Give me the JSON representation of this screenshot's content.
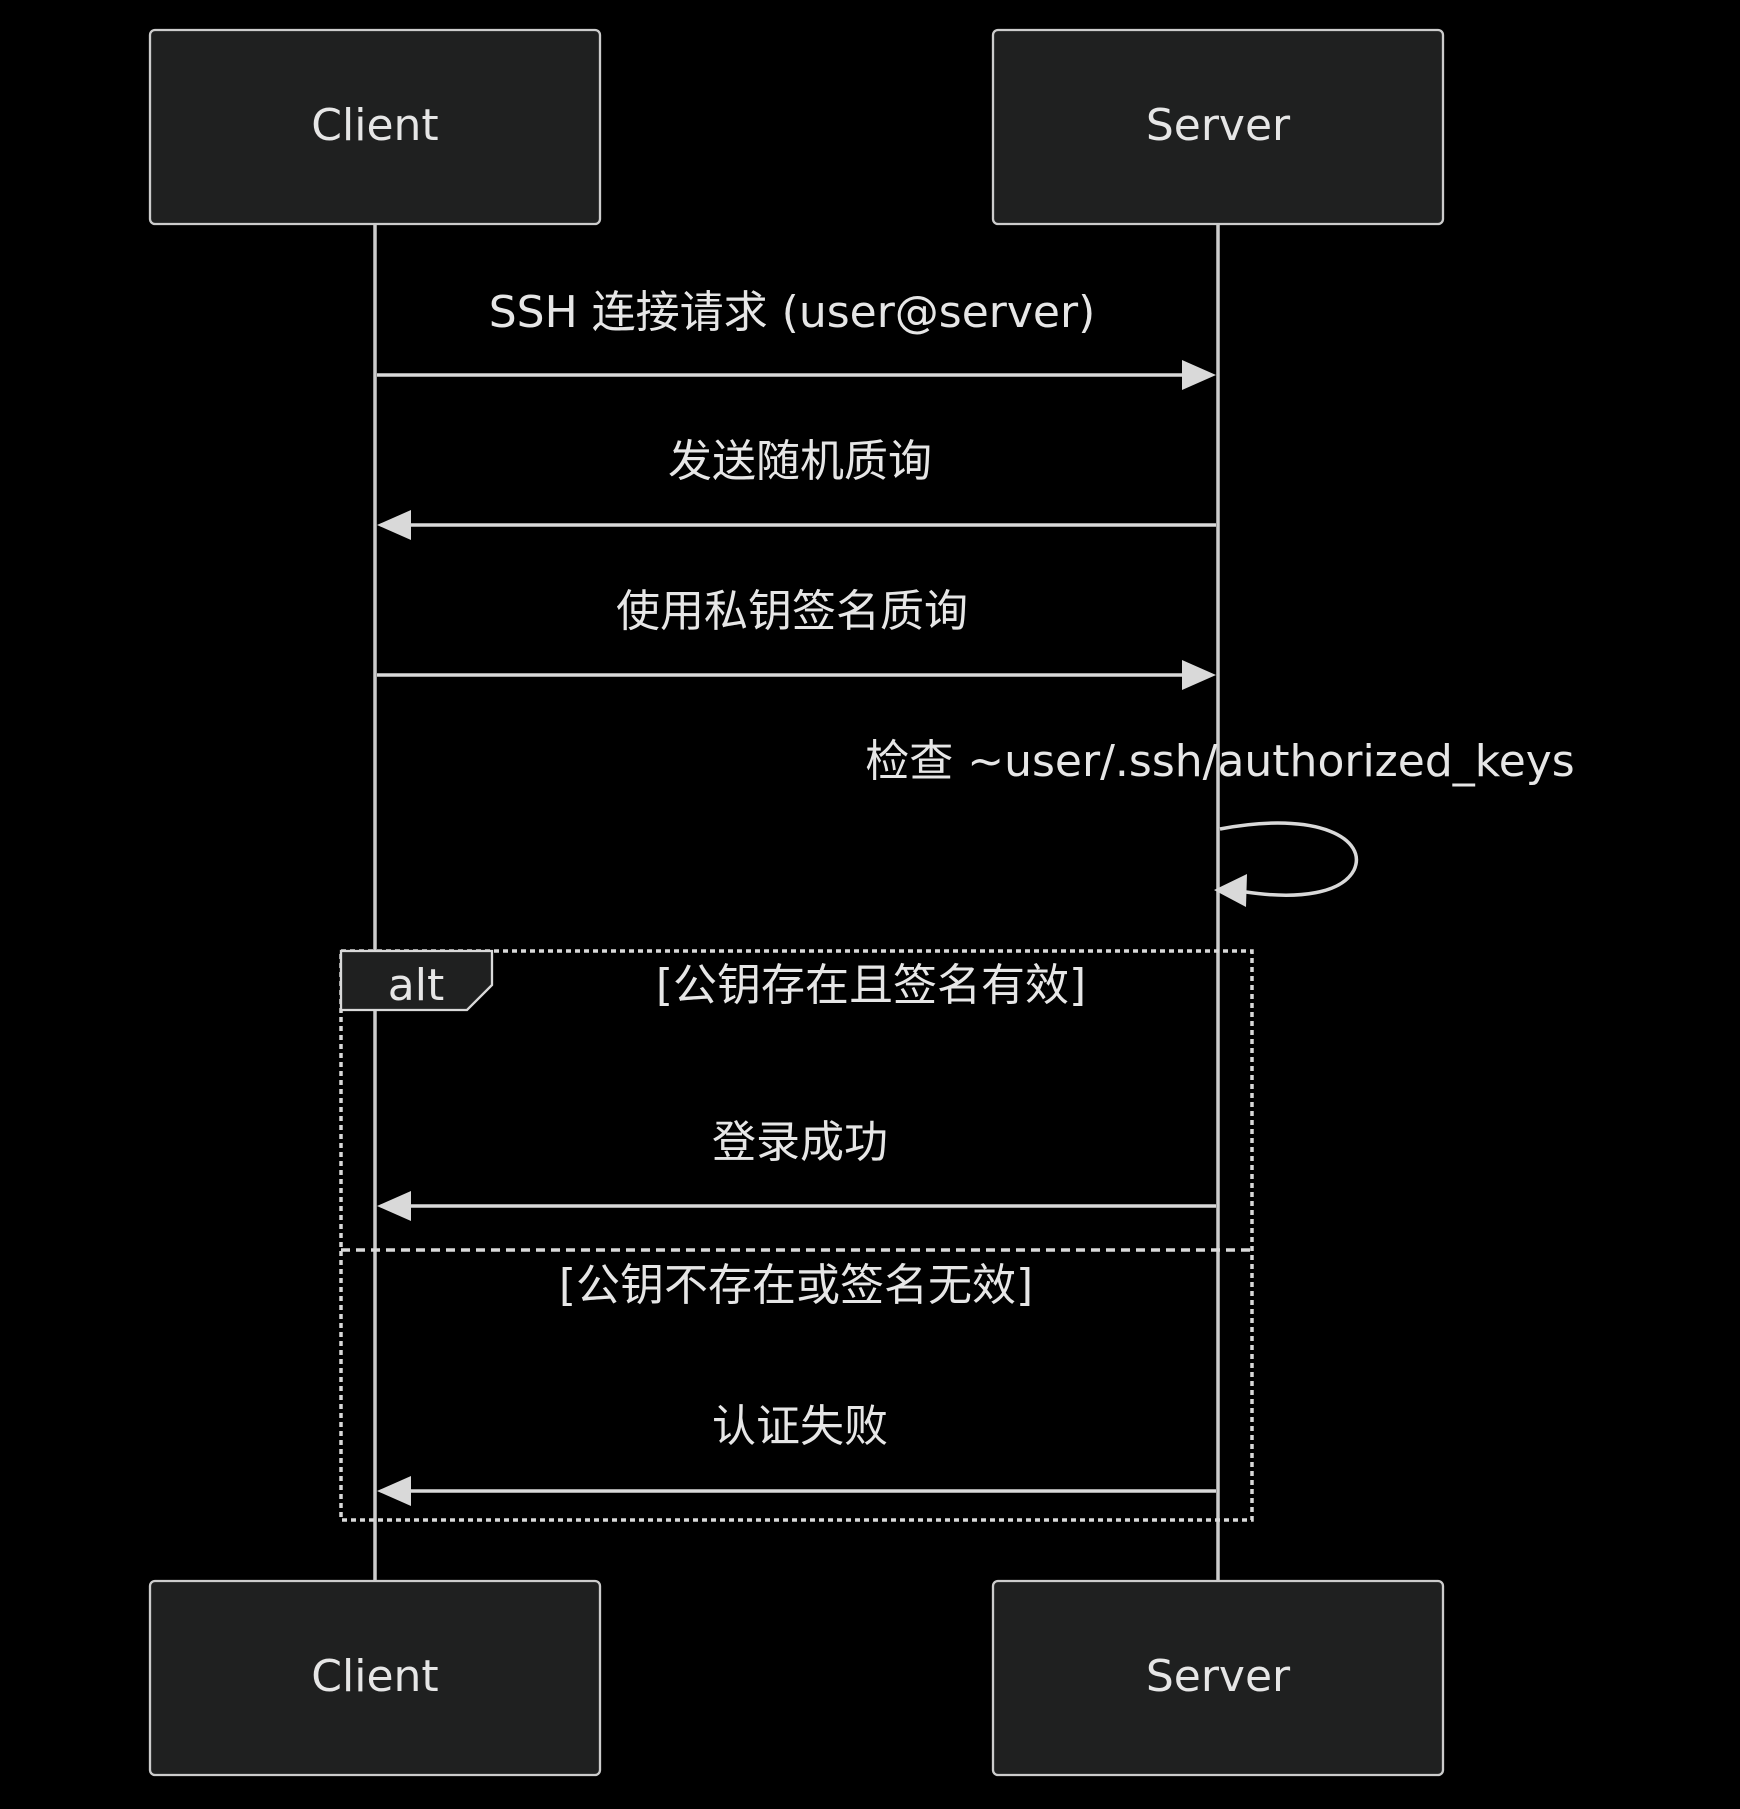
{
  "diagram": {
    "type": "sequence",
    "participants": [
      {
        "id": "client",
        "label": "Client"
      },
      {
        "id": "server",
        "label": "Server"
      }
    ],
    "messages": [
      {
        "from": "client",
        "to": "server",
        "text": "SSH 连接请求 (user@server)"
      },
      {
        "from": "server",
        "to": "client",
        "text": "发送随机质询"
      },
      {
        "from": "client",
        "to": "server",
        "text": "使用私钥签名质询"
      },
      {
        "from": "server",
        "to": "server",
        "text": "检查 ~user/.ssh/authorized_keys"
      }
    ],
    "alt": {
      "label": "alt",
      "branches": [
        {
          "condition": "[公钥存在且签名有效]",
          "messages": [
            {
              "from": "server",
              "to": "client",
              "text": "登录成功"
            }
          ]
        },
        {
          "condition": "[公钥不存在或签名无效]",
          "messages": [
            {
              "from": "server",
              "to": "client",
              "text": "认证失败"
            }
          ]
        }
      ]
    }
  },
  "colors": {
    "background": "#000000",
    "actor_fill": "#1f2020",
    "line": "#d9d9d9",
    "text": "#e6e6e6"
  }
}
